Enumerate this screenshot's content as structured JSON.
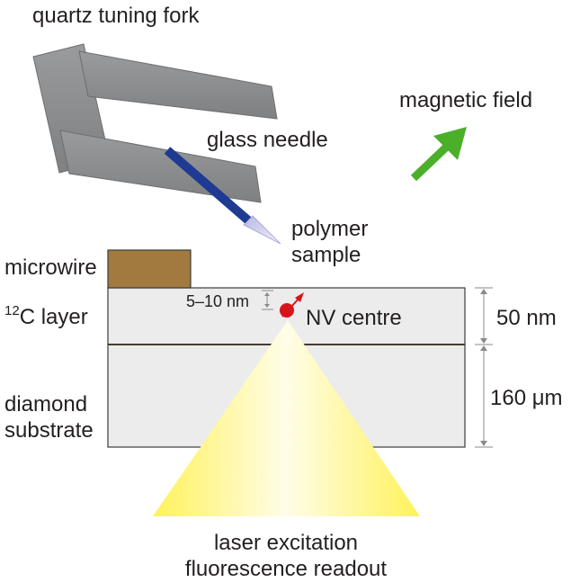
{
  "labels": {
    "tuning_fork": "quartz tuning fork",
    "glass_needle": "glass needle",
    "magnetic_field": "magnetic field",
    "polymer_line1": "polymer",
    "polymer_line2": "sample",
    "microwire": "microwire",
    "c12_superscript": "12",
    "c12_rest": "C layer",
    "depth": "5–10 nm",
    "nv_centre": "NV centre",
    "layer_thickness": "50 nm",
    "substrate_thickness": "160 μm",
    "diamond_line1": "diamond",
    "diamond_line2": "substrate",
    "laser_line1": "laser excitation",
    "laser_line2": "fluorescence readout"
  },
  "colors": {
    "fork": "#8c8d8f",
    "fork_edge": "#6d6e70",
    "needle": "#1f3a93",
    "needle_tip": "#c9c9e6",
    "microwire": "#a27a3f",
    "layer_fill": "#ececec",
    "field_arrow": "#4caf2a",
    "nv": "#d7141a",
    "laser": "#fff06a"
  }
}
